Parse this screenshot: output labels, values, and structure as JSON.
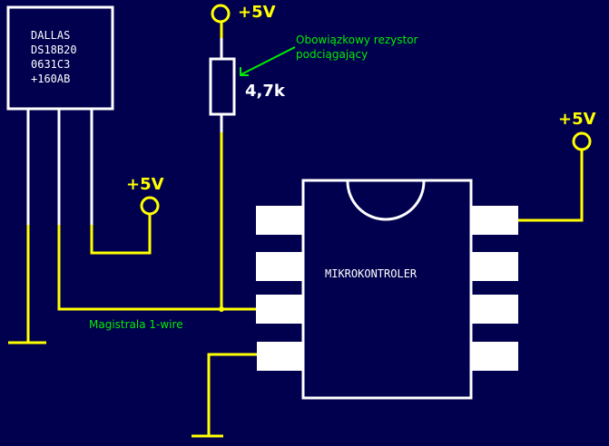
{
  "sensor": {
    "lines": [
      "DALLAS",
      "DS18B20",
      "0631C3",
      "+160AB"
    ]
  },
  "supply_labels": {
    "top": "+5V",
    "sensor": "+5V",
    "mcu": "+5V"
  },
  "resistor": {
    "value": "4,7k",
    "note_line1": "Obowiązkowy rezystor",
    "note_line2": "podciągający"
  },
  "bus_label": "Magistrala 1-wire",
  "mcu_label": "MIKROKONTROLER",
  "colors": {
    "background": "#00004e",
    "wire": "#ffff00",
    "component": "#ffffff",
    "annotation": "#00ee00"
  }
}
